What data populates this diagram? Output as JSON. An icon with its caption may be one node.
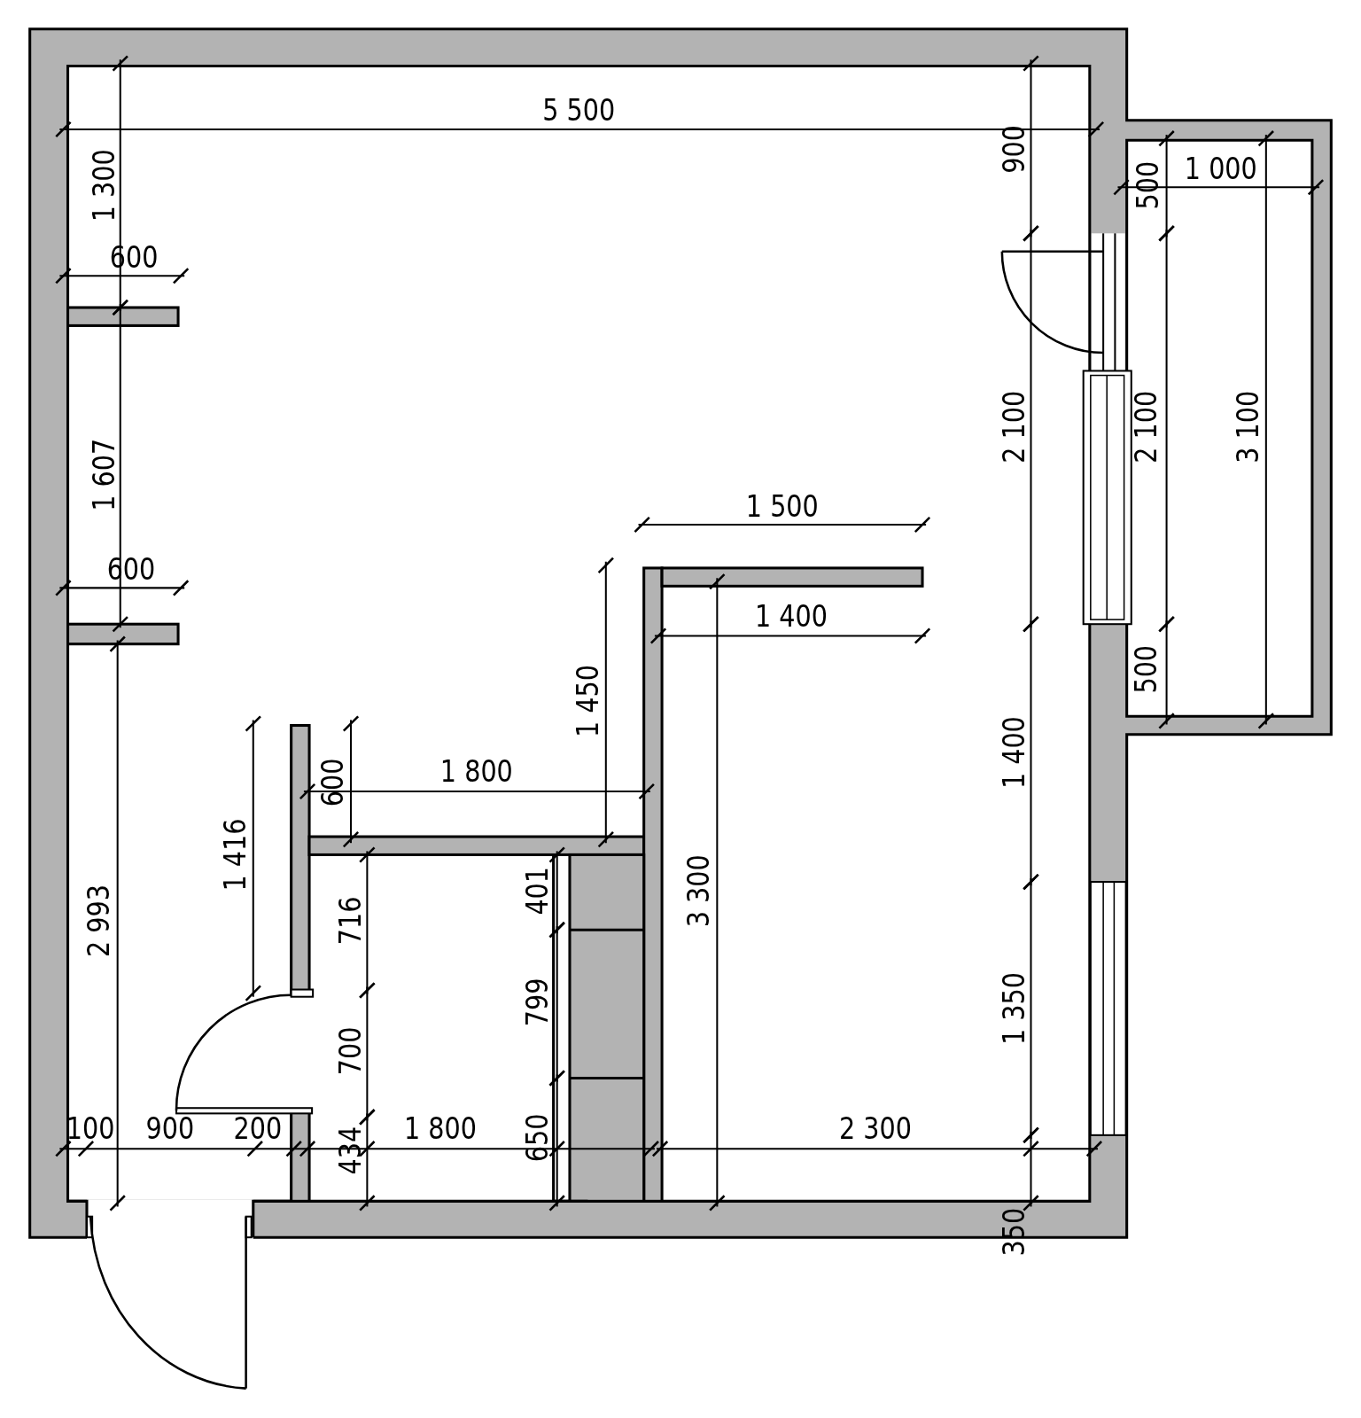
{
  "diagram": {
    "labels": [
      "5 500",
      "900",
      "1 000",
      "500",
      "1 300",
      "600",
      "2 100",
      "2 100",
      "3 100",
      "1 607",
      "1 500",
      "600",
      "1 400",
      "1 450",
      "500",
      "1 800",
      "600",
      "1 416",
      "716",
      "401",
      "3 300",
      "1 400",
      "2 993",
      "799",
      "700",
      "1 350",
      "100",
      "900",
      "200",
      "434",
      "1 800",
      "650",
      "2 300",
      "350"
    ]
  }
}
